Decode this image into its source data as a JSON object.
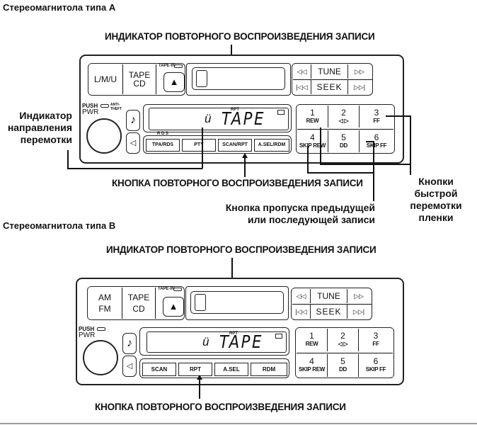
{
  "radio_a": {
    "title": "Стереомагнитола типа А",
    "callout_top": "ИНДИКАТОР ПОВТОРНОГО ВОСПРОИЗВЕДЕНИЯ ЗАПИСИ",
    "callout_bottom": "КНОПКА ПОВТОРНОГО ВОСПРОИЗВЕДЕНИЯ ЗАПИСИ",
    "callout_left": [
      "Индикатор",
      "направления",
      "перемотки"
    ],
    "callout_skip": [
      "Кнопка пропуска предыдущей",
      "или последующей записи"
    ],
    "callout_ff": [
      "Кнопки",
      "быстрой",
      "перемотки",
      "пленки"
    ],
    "band_button": "L/M/U",
    "source_button": [
      "TAPE",
      "CD"
    ],
    "tape_in_label": "TAPE-IN",
    "eject_icon": "▲",
    "push_pwr": [
      "PUSH",
      "PWR"
    ],
    "anti_theft": [
      "ANTI-",
      "THEFT"
    ],
    "rds_label": "R D S",
    "display": {
      "indicator": "RPT",
      "text": "TAPE",
      "direction_glyph": "ü",
      "dolby": "ꟷꟷ"
    },
    "function_buttons": [
      "TPA/RDS",
      "PTY",
      "SCAN/RPT",
      "A.SEL/RDM"
    ],
    "tune": {
      "left": "◁◁",
      "label": "TUNE",
      "right": "▷▷"
    },
    "seek": {
      "left": "|◁◁",
      "label": "SEEK",
      "right": "▷▷|"
    },
    "presets": [
      {
        "num": "1",
        "sub": "REW"
      },
      {
        "num": "2",
        "sub": "◁ ▷"
      },
      {
        "num": "3",
        "sub": "FF"
      },
      {
        "num": "4",
        "sub": "SKIP REW"
      },
      {
        "num": "5",
        "sub": "DD"
      },
      {
        "num": "6",
        "sub": "SKIP FF"
      }
    ]
  },
  "radio_b": {
    "title": "Стереомагнитола типа  В",
    "callout_top": "ИНДИКАТОР ПОВТОРНОГО ВОСПРОИЗВЕДЕНИЯ ЗАПИСИ",
    "callout_bottom": "КНОПКА ПОВТОРНОГО ВОСПРОИЗВЕДЕНИЯ ЗАПИСИ",
    "band_button": [
      "AM",
      "FM"
    ],
    "source_button": [
      "TAPE",
      "CD"
    ],
    "tape_in_label": "TAPE-IN",
    "eject_icon": "▲",
    "push_pwr": [
      "PUSH",
      "PWR"
    ],
    "display": {
      "indicator": "RPT",
      "text": "TAPE",
      "direction_glyph": "ü",
      "dolby": "ꟷꟷ"
    },
    "function_buttons": [
      "SCAN",
      "RPT",
      "A.SEL",
      "RDM"
    ],
    "tune": {
      "left": "◁◁",
      "label": "TUNE",
      "right": "▷▷"
    },
    "seek": {
      "left": "|◁◁",
      "label": "SEEK",
      "right": "▷▷|"
    },
    "presets": [
      {
        "num": "1",
        "sub": "REW"
      },
      {
        "num": "2",
        "sub": "◁ ▷"
      },
      {
        "num": "3",
        "sub": "FF"
      },
      {
        "num": "4",
        "sub": "SKIP REW"
      },
      {
        "num": "5",
        "sub": "DD"
      },
      {
        "num": "6",
        "sub": "SKIP FF"
      }
    ]
  },
  "icons": {
    "music_note": "♪",
    "speaker": "🔈"
  }
}
